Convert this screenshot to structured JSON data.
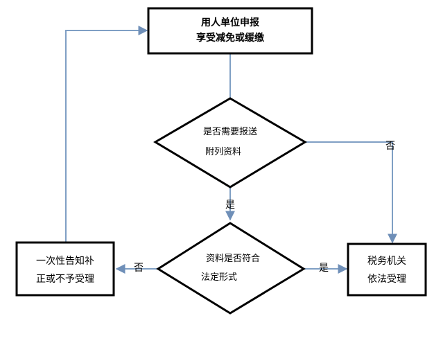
{
  "nodes": {
    "apply": {
      "line1": "用人单位申报",
      "line2": "享受减免或缓缴"
    },
    "decision_docs": {
      "line1": "是否需要报送",
      "line2": "附列资料"
    },
    "decision_valid": {
      "line1": "资料是否符合",
      "line2": "法定形式"
    },
    "notify": {
      "line1": "一次性告知补",
      "line2": "正或不予受理"
    },
    "accept": {
      "line1": "税务机关",
      "line2": "依法受理"
    }
  },
  "edges": {
    "docs_no": "否",
    "docs_yes": "是",
    "valid_no": "否",
    "valid_yes": "是"
  },
  "colors": {
    "connector": "#7f9fc4",
    "box_border": "#000000"
  }
}
